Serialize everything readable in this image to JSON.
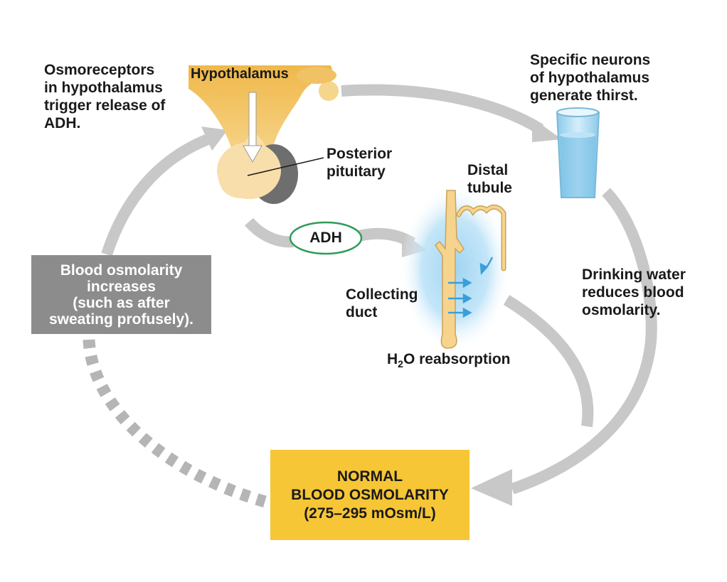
{
  "hypothalamus_label": "Hypothalamus",
  "osmoreceptor_label": [
    "Osmoreceptors",
    "in hypothalamus",
    "trigger release of",
    "ADH."
  ],
  "posterior_pituitary_label": [
    "Posterior",
    "pituitary"
  ],
  "adh_label": "ADH",
  "distal_tubule_label": [
    "Distal",
    "tubule"
  ],
  "collecting_duct_label": [
    "Collecting",
    "duct"
  ],
  "reabsorption_label": {
    "h": "H",
    "sub": "2",
    "rest": "O reabsorption"
  },
  "thirst_label": [
    "Specific neurons",
    "of hypothalamus",
    "generate thirst."
  ],
  "drinking_label": [
    "Drinking water",
    "reduces blood",
    "osmolarity."
  ],
  "increase_box": [
    "Blood osmolarity",
    "increases",
    "(such as after",
    "sweating profusely)."
  ],
  "normal_box": [
    "NORMAL",
    "BLOOD OSMOLARITY",
    "(275–295 mOsm/L)"
  ],
  "colors": {
    "arrow_gray": "#c8c8c8",
    "normal_box": "#f6c636",
    "increase_box": "#8c8c8c",
    "hypothalamus": "#f2c25a",
    "pituitary": "#f8deaa",
    "pituitary_dark": "#6e6e6e",
    "duct": "#f6d48e",
    "glow": "#9fd4f2",
    "adh_oval": "#2e9c5a",
    "water": "#bfe3f5"
  }
}
